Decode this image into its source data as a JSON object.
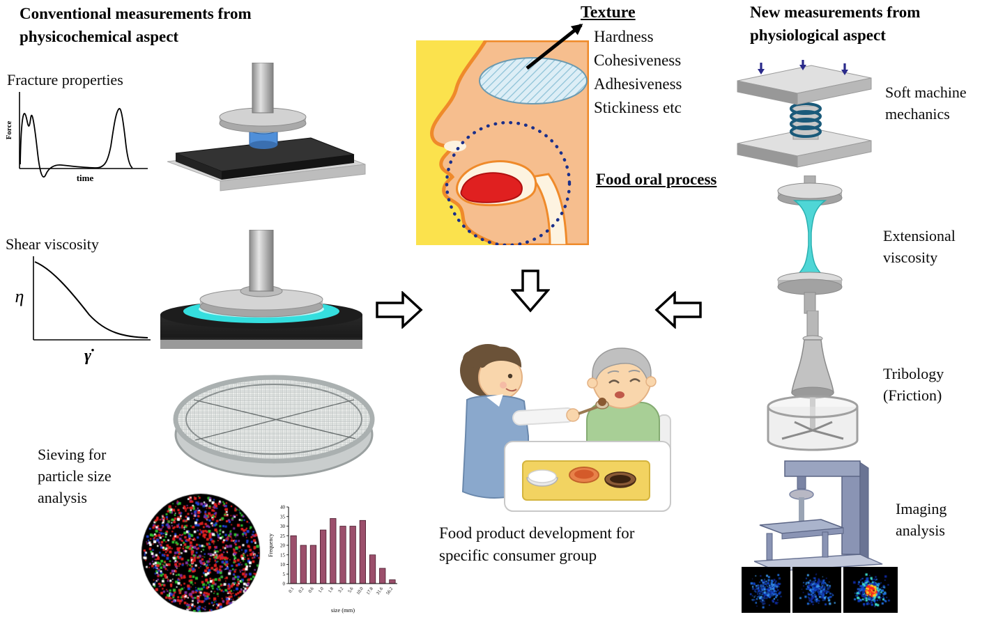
{
  "left_column": {
    "header": "Conventional measurements from physicochemical aspect",
    "sieving_label": "Sieving for particle size analysis"
  },
  "center": {
    "texture_title": "Texture",
    "texture_items": [
      "Hardness",
      "Cohesiveness",
      "Adhesiveness",
      "Stickiness etc"
    ],
    "oral_process_label": "Food oral process",
    "caption": "Food product development for specific consumer group"
  },
  "right_column": {
    "header": "New measurements from physiological aspect",
    "soft_machine_label": "Soft machine mechanics",
    "extensional_label": "Extensional viscosity",
    "tribology_label": "Tribology (Friction)",
    "imaging_label": "Imaging analysis"
  },
  "chart_data": [
    {
      "type": "line",
      "title": "Fracture properties",
      "xlabel": "time",
      "ylabel": "Force",
      "description": "Force vs time curve with an initial double fracture peak, a dip below the baseline, a flat plateau, and a final tall peak."
    },
    {
      "type": "line",
      "title": "Shear viscosity",
      "xlabel": "γ̇",
      "ylabel": "η",
      "description": "Viscosity η decreases monotonically with shear rate γ̇ (shear thinning curve)."
    },
    {
      "type": "bar",
      "title": "Particle size distribution from sieving",
      "xlabel": "size (mm)",
      "ylabel": "Frequency",
      "categories": [
        "0.1",
        "0.2",
        "0.6",
        "1.0",
        "1.8",
        "3.2",
        "5.6",
        "10.0",
        "17.8",
        "31.6",
        "56.2"
      ],
      "values": [
        25,
        20,
        20,
        28,
        34,
        30,
        30,
        33,
        15,
        8,
        2
      ],
      "ylim": [
        0,
        40
      ],
      "bar_color": "#9b4f6b"
    }
  ]
}
